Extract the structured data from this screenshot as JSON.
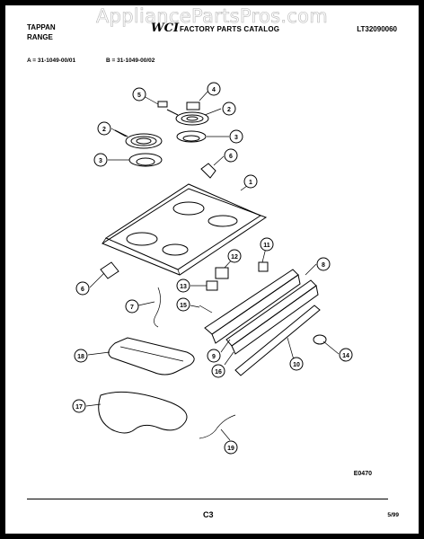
{
  "header": {
    "brand_line1": "TAPPAN",
    "brand_line2": "RANGE",
    "logo_text": "WCI",
    "catalog_title": "FACTORY PARTS CATALOG",
    "part_number": "LT32090060"
  },
  "model_codes": {
    "a": "A = 31-1049-00/01",
    "b": "B = 31-1049-00/02"
  },
  "watermark": "AppliancePartsPros.com",
  "callouts": [
    "1",
    "2",
    "2",
    "3",
    "3",
    "4",
    "5",
    "6",
    "6",
    "7",
    "8",
    "9",
    "10",
    "11",
    "12",
    "13",
    "14",
    "15",
    "16",
    "17",
    "18",
    "19"
  ],
  "footer": {
    "figure_ref": "E0470",
    "page": "C3",
    "date": "5/99"
  }
}
